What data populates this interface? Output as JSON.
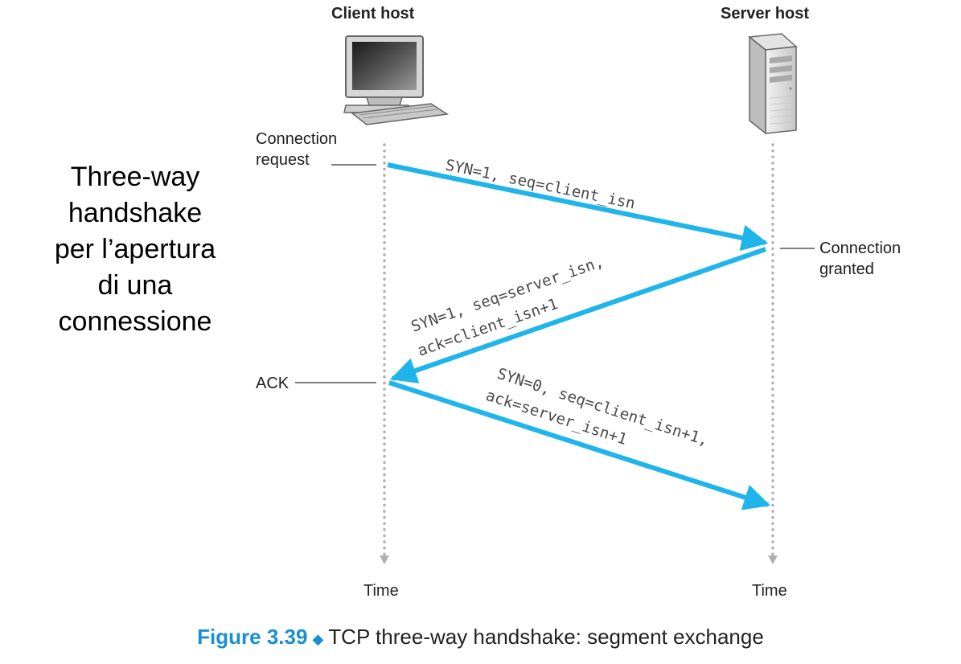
{
  "hosts": {
    "client": "Client host",
    "server": "Server host"
  },
  "side_note": [
    "Three-way",
    "handshake",
    "per l’apertura",
    "di una",
    "connessione"
  ],
  "labels": {
    "connection_request": [
      "Connection",
      "request"
    ],
    "connection_granted": [
      "Connection",
      "granted"
    ],
    "ack": "ACK"
  },
  "messages": {
    "syn": "SYN=1, seq=client_isn",
    "synack_line1": "SYN=1, seq=server_isn,",
    "synack_line2": "ack=client_isn+1",
    "ack_line1": "SYN=0, seq=client_isn+1,",
    "ack_line2": "ack=server_isn+1"
  },
  "time_labels": {
    "client": "Time",
    "server": "Time"
  },
  "caption": {
    "figure": "Figure 3.39",
    "text": "TCP three-way handshake: segment exchange"
  },
  "colors": {
    "arrow": "#1fb5ea",
    "timeline": "#b0b0b0",
    "figure_label": "#1a8fd1"
  },
  "icons": [
    "desktop-computer-icon",
    "server-tower-icon",
    "diamond-icon"
  ]
}
